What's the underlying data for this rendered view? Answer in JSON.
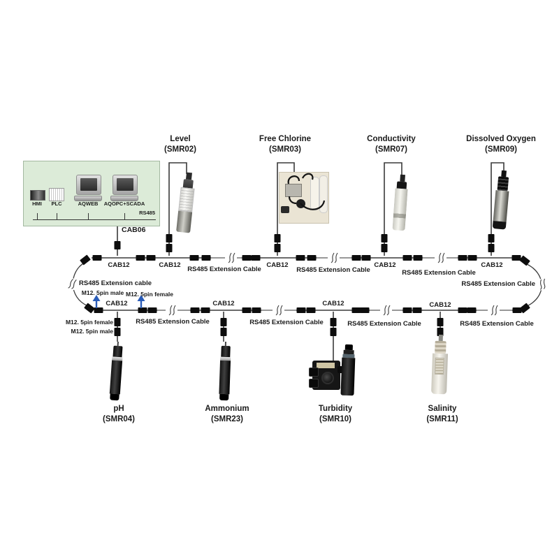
{
  "colors": {
    "line": "#3a3a3a",
    "extension_gray": "#979797",
    "box_green": "#dcebd8",
    "arrow_blue": "#2a5cb8",
    "connector_black": "#0d0d0d"
  },
  "control_box": {
    "devices": [
      {
        "label": "HMI"
      },
      {
        "label": "PLC"
      },
      {
        "label": "AQWEB"
      },
      {
        "label": "AQOPC+SCADA"
      }
    ],
    "bus_label": "RS485",
    "output_cable": "CAB06"
  },
  "top_sensors": [
    {
      "name": "Level",
      "code": "(SMR02)"
    },
    {
      "name": "Free Chlorine",
      "code": "(SMR03)"
    },
    {
      "name": "Conductivity",
      "code": "(SMR07)"
    },
    {
      "name": "Dissolved Oxygen",
      "code": "(SMR09)"
    }
  ],
  "bottom_sensors": [
    {
      "name": "pH",
      "code": "(SMR04)"
    },
    {
      "name": "Ammonium",
      "code": "(SMR23)"
    },
    {
      "name": "Turbidity",
      "code": "(SMR10)"
    },
    {
      "name": "Salinity",
      "code": "(SMR11)"
    }
  ],
  "top_bus": {
    "segments": [
      "CAB12",
      "CAB12",
      "RS485 Extension Cable",
      "CAB12",
      "RS485 Extension Cable",
      "CAB12",
      "RS485 Extension Cable",
      "CAB12"
    ]
  },
  "bottom_bus": {
    "segments": [
      "CAB12",
      "RS485 Extension Cable",
      "CAB12",
      "RS485 Extension Cable",
      "CAB12",
      "RS485 Extension Cable",
      "CAB12",
      "RS485 Extension Cable"
    ]
  },
  "loops": {
    "left": "RS485 Extension cable",
    "right": "RS485 Extension Cable"
  },
  "m12": {
    "arrow_male": "M12. 5pin male",
    "arrow_female": "M12. 5pin female",
    "drop_female": "M12. 5pin female",
    "drop_male": "M12. 5pin male"
  }
}
